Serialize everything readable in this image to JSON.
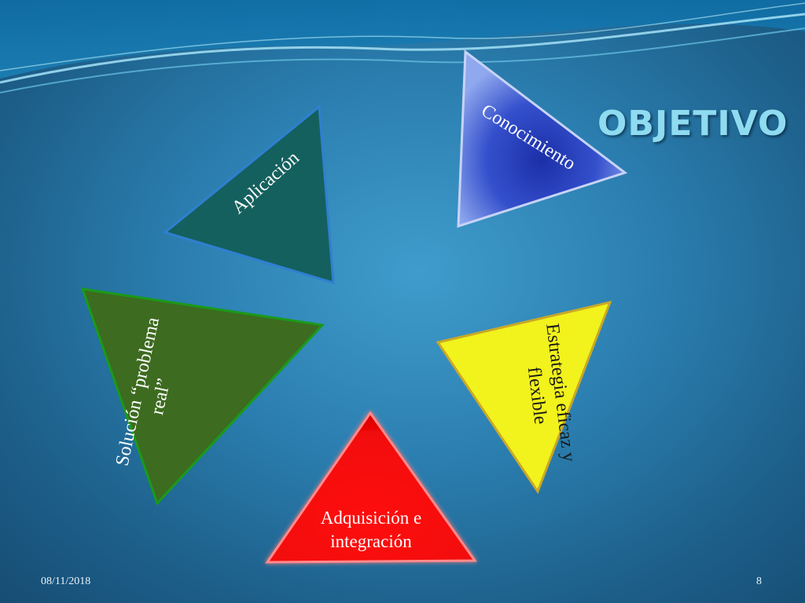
{
  "slide": {
    "title": "OBJETIVO",
    "triangles": [
      {
        "label": "Conocimiento",
        "color": "#2f48c4"
      },
      {
        "label": "Aplicación",
        "color": "#14605e"
      },
      {
        "label": "Solución “problema real”",
        "color": "#3d6b20"
      },
      {
        "label": "Estrategia eficaz y flexible",
        "color": "#f2f21c"
      },
      {
        "label": "Adquisición e integración",
        "color": "#ff0a0a"
      }
    ]
  },
  "footer": {
    "date": "08/11/2018",
    "page_number": "8"
  }
}
